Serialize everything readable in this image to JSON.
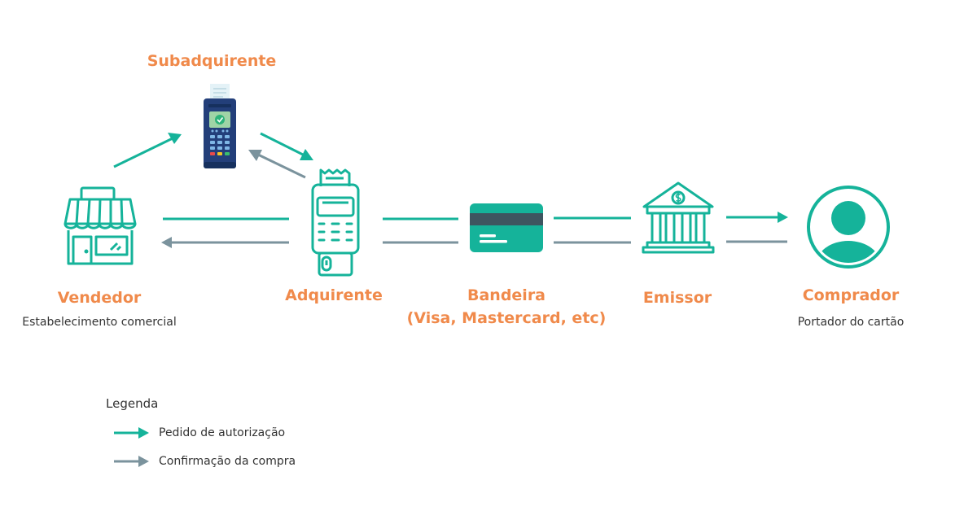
{
  "colors": {
    "authorization": "#15b39a",
    "confirmation": "#7b939d",
    "title": "#f08a4b",
    "text": "#333333"
  },
  "nodes": {
    "subadquirente": {
      "title": "Subadquirente",
      "icon": "card-machine-icon"
    },
    "vendedor": {
      "title": "Vendedor",
      "subtitle": "Estabelecimento comercial",
      "icon": "store-icon"
    },
    "adquirente": {
      "title": "Adquirente",
      "icon": "pos-terminal-icon"
    },
    "bandeira": {
      "title": "Bandeira",
      "subtitle": "(Visa, Mastercard, etc)",
      "icon": "credit-card-icon"
    },
    "emissor": {
      "title": "Emissor",
      "icon": "bank-icon"
    },
    "comprador": {
      "title": "Comprador",
      "subtitle": "Portador do cartão",
      "icon": "user-icon"
    }
  },
  "legend": {
    "title": "Legenda",
    "items": [
      {
        "label": "Pedido de autorização",
        "color": "#15b39a"
      },
      {
        "label": "Confirmação da compra",
        "color": "#7b939d"
      }
    ]
  }
}
